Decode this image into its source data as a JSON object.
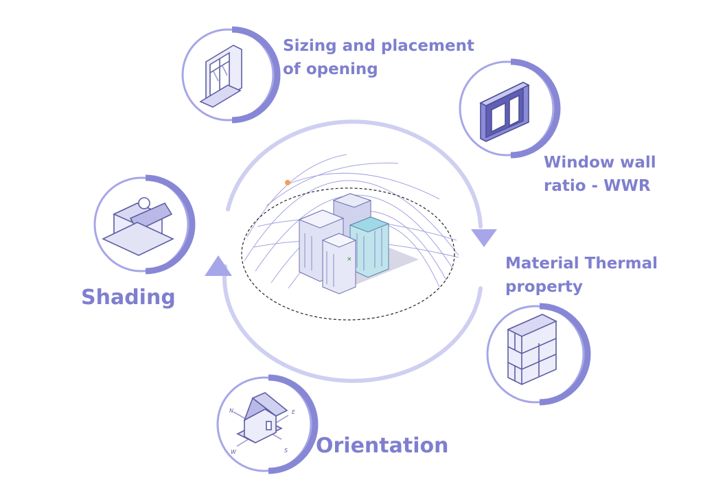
{
  "diagram": {
    "colors": {
      "accent": "#8787d6",
      "ring": "#a6a6e8",
      "cycle": "#cfcff2",
      "icon_stroke": "#5d5da3",
      "icon_fill": "#ececfa",
      "label": "#7f7fcf"
    },
    "nodes": [
      {
        "id": "opening",
        "icon": "window-icon",
        "label_lines": [
          "Sizing and placement",
          "of opening"
        ]
      },
      {
        "id": "wwr",
        "icon": "window-wall-ratio-icon",
        "label_lines": [
          "Window wall",
          "ratio - WWR"
        ]
      },
      {
        "id": "material",
        "icon": "brick-wall-icon",
        "label_lines": [
          "Material Thermal",
          "property"
        ]
      },
      {
        "id": "orientation",
        "icon": "house-compass-icon",
        "label_lines": [
          "Orientation"
        ]
      },
      {
        "id": "shading",
        "icon": "shaded-shop-icon",
        "label_lines": [
          "Shading"
        ]
      }
    ],
    "center": {
      "icon": "building-sun-path-icon"
    },
    "compass": {
      "n": "N",
      "e": "E",
      "w": "W",
      "s": "S"
    }
  }
}
